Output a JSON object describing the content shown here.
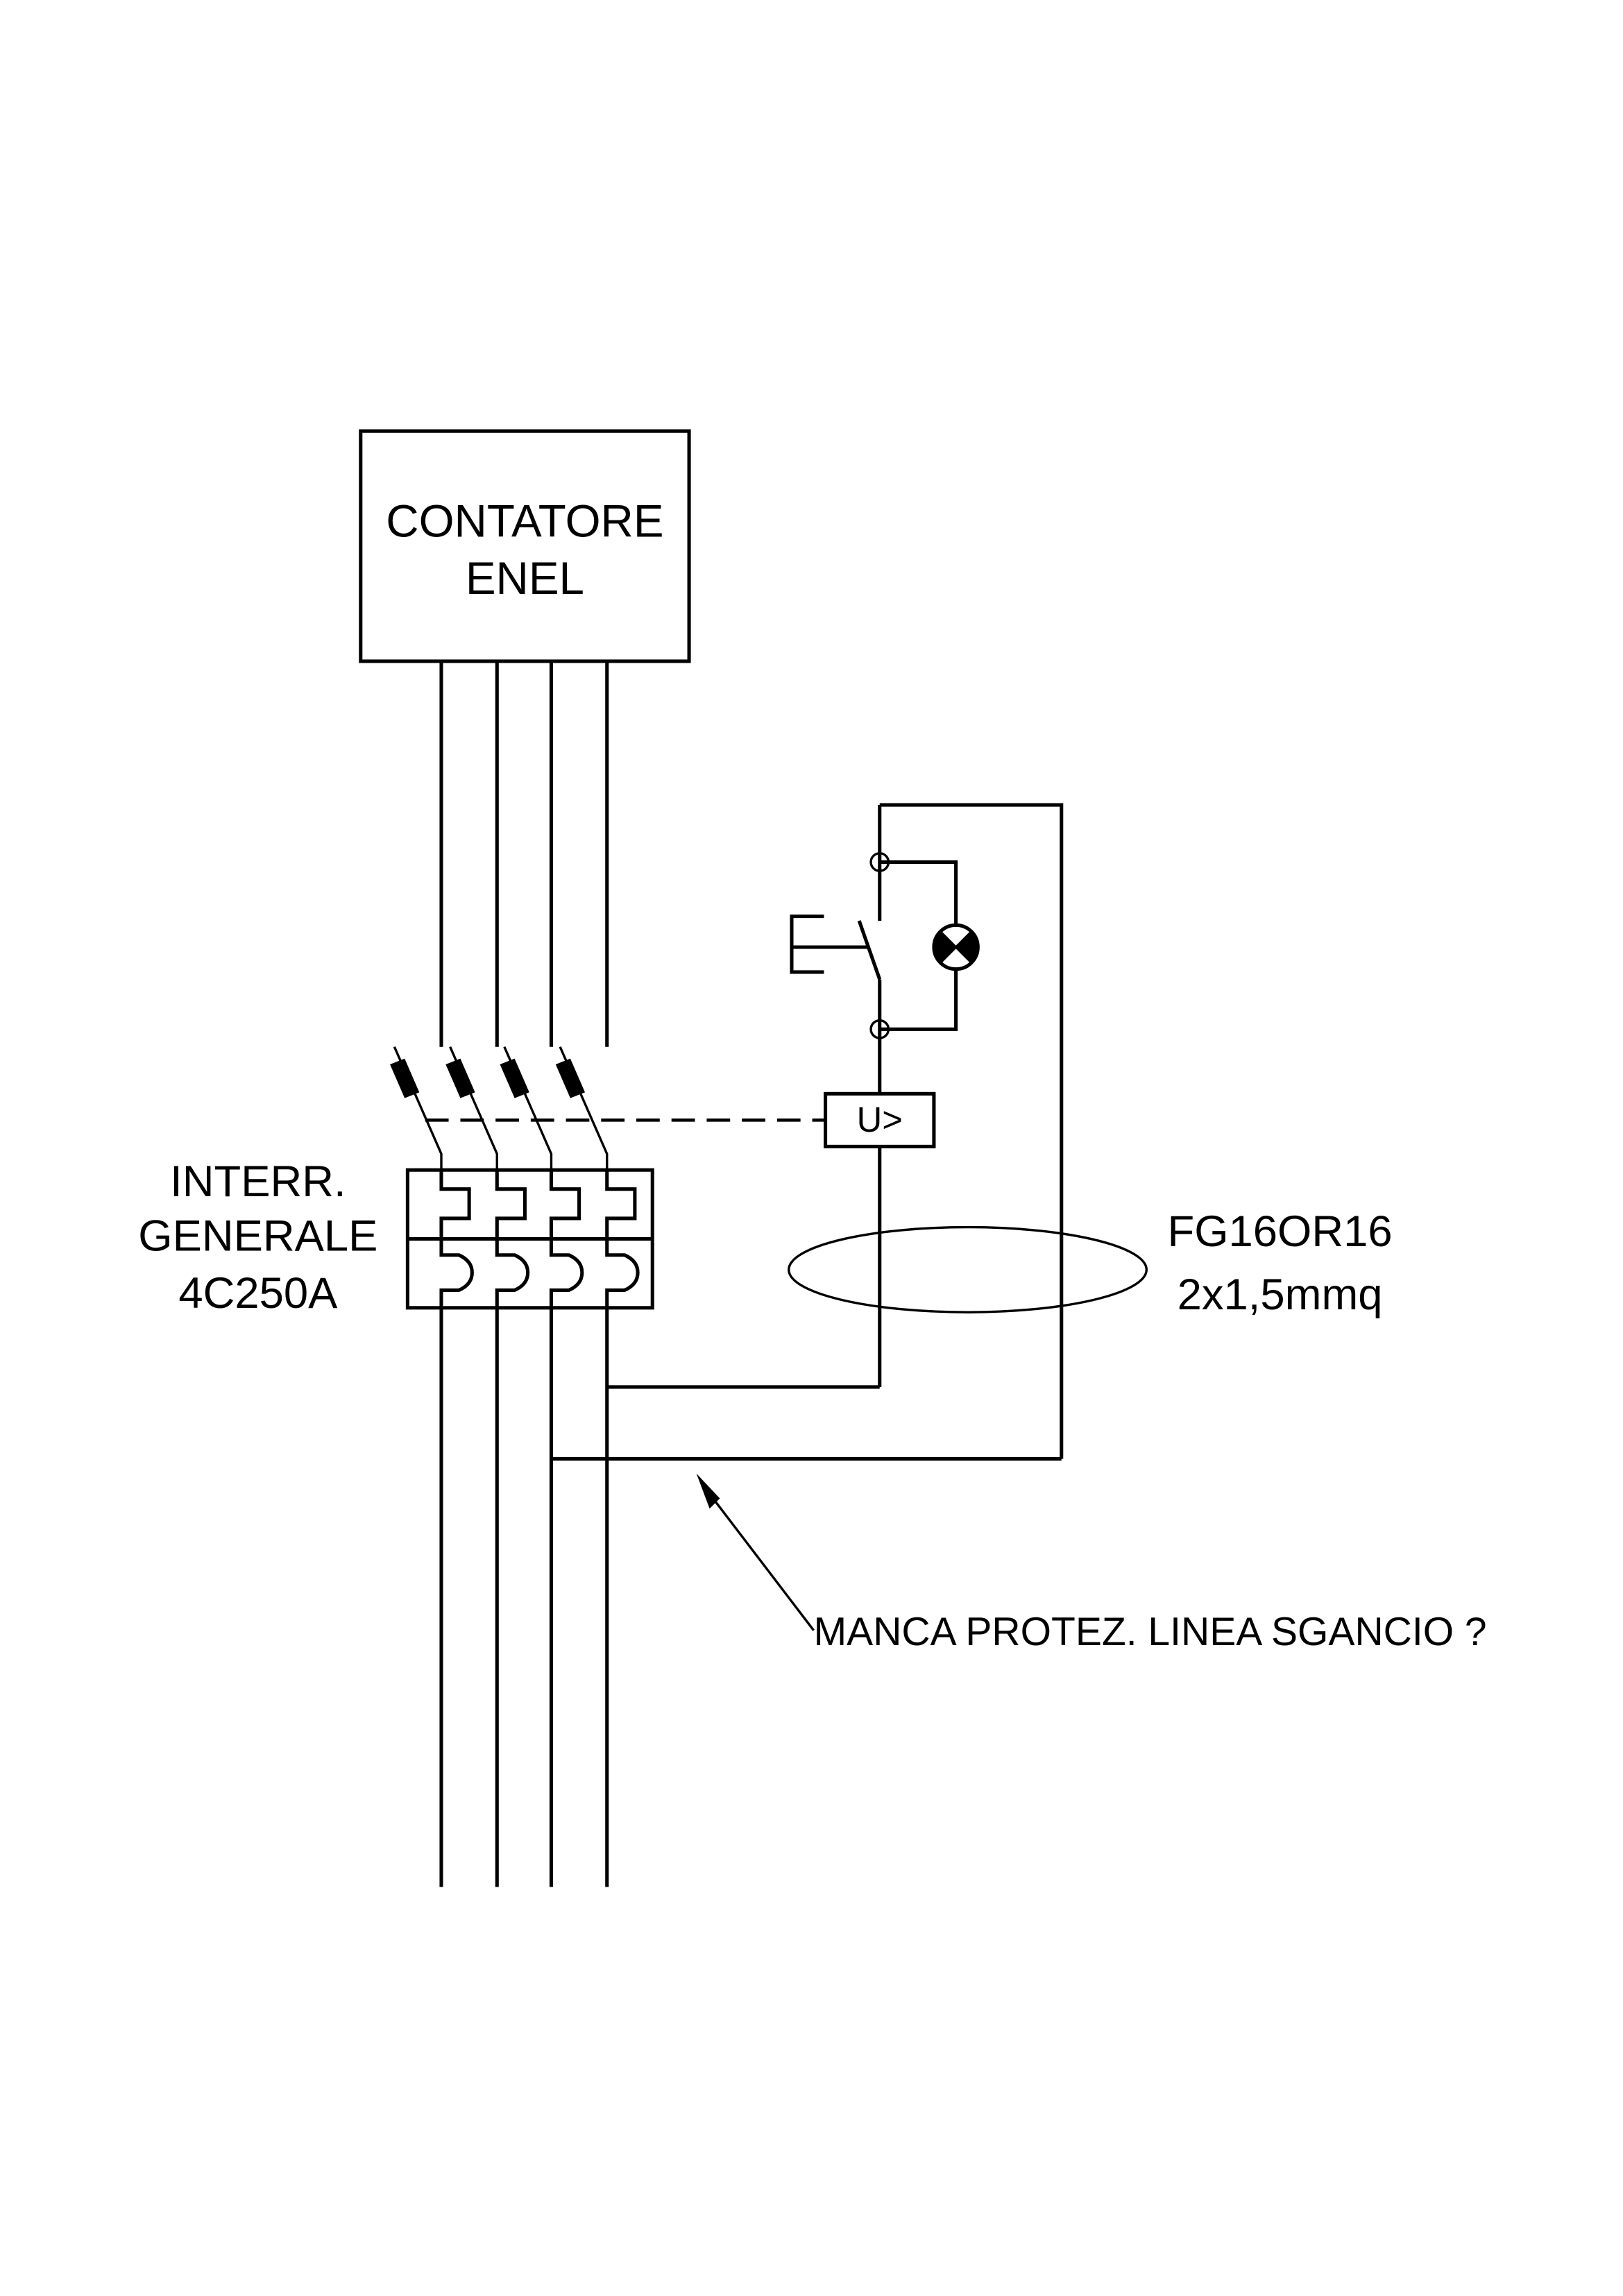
{
  "diagram": {
    "type": "electrical single-line / wiring schematic",
    "meter": {
      "label_line1": "CONTATORE",
      "label_line2": "ENEL"
    },
    "main_breaker": {
      "label_line1": "INTERR.",
      "label_line2": "GENERALE",
      "label_line3": "4C250A",
      "poles": 4
    },
    "undervoltage_release": {
      "symbol": "U>"
    },
    "control_circuit": {
      "components": [
        "terminal",
        "pushbutton-switch",
        "indicator-lamp",
        "terminal"
      ]
    },
    "cable": {
      "type_label": "FG16OR16",
      "size_label": "2x1,5mmq"
    },
    "annotation": {
      "text": "MANCA PROTEZ. LINEA SGANCIO ?"
    },
    "colors": {
      "ink": "#000000",
      "paper": "#ffffff"
    }
  }
}
